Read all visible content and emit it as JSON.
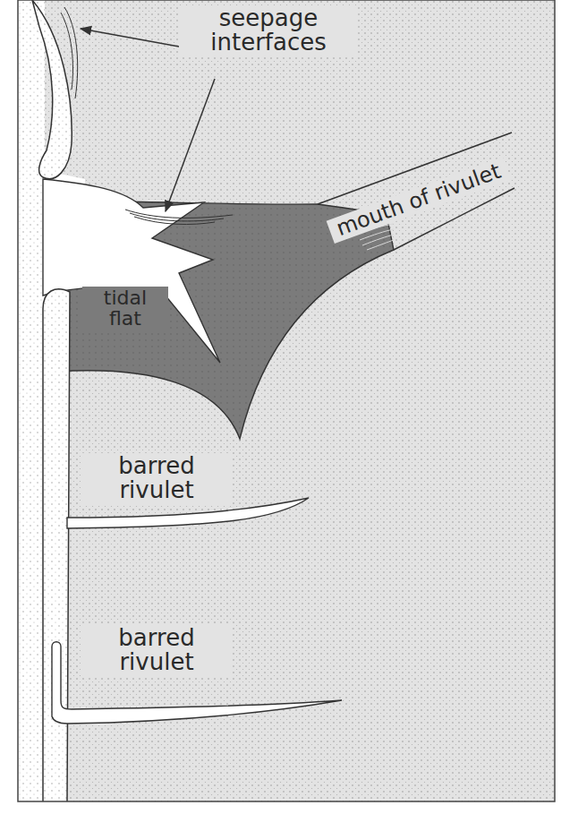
{
  "diagram": {
    "labels": [
      "seepage interfaces",
      "mouth of rivulet",
      "tidal flat",
      "barred rivulet",
      "barred rivulet"
    ]
  }
}
